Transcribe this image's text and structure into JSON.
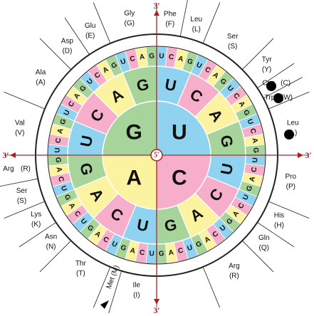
{
  "colors": {
    "U": "#8fd3f0",
    "C": "#f7aecb",
    "A": "#fbf3a0",
    "G": "#a6d49a",
    "axis": "#b11d1d",
    "ring": "#222222"
  },
  "center_label": "5′",
  "end_labels": {
    "top": "3′",
    "bottom": "3′",
    "left": "3′",
    "right": "3′"
  },
  "order": [
    "U",
    "C",
    "A",
    "G"
  ],
  "amino_acids": [
    {
      "name": "Phe",
      "letter": "(F)"
    },
    {
      "name": "Leu",
      "letter": "(L)"
    },
    {
      "name": "Ser",
      "letter": "(S)"
    },
    {
      "name": "Tyr",
      "letter": "(Y)"
    },
    {
      "name": "Cys",
      "letter": "(C)"
    },
    {
      "name": "Trp",
      "letter": "(W)"
    },
    {
      "name": "Leu",
      "letter": "(L)"
    },
    {
      "name": "Pro",
      "letter": "(P)"
    },
    {
      "name": "His",
      "letter": "(H)"
    },
    {
      "name": "Gln",
      "letter": "(Q)"
    },
    {
      "name": "Arg",
      "letter": "(R)"
    },
    {
      "name": "Ile",
      "letter": "(I)"
    },
    {
      "name": "Met",
      "letter": "(M)"
    },
    {
      "name": "Thr",
      "letter": "(T)"
    },
    {
      "name": "Asn",
      "letter": "(N)"
    },
    {
      "name": "Lys",
      "letter": "(K)"
    },
    {
      "name": "Ser",
      "letter": "(S)"
    },
    {
      "name": "Arg",
      "letter": "(R)"
    },
    {
      "name": "Val",
      "letter": "(V)"
    },
    {
      "name": "Ala",
      "letter": "(A)"
    },
    {
      "name": "Asp",
      "letter": "(D)"
    },
    {
      "name": "Glu",
      "letter": "(E)"
    },
    {
      "name": "Gly",
      "letter": "(G)"
    }
  ],
  "stop_icon": "black-circle-icon",
  "start_icon": "black-triangle-icon"
}
